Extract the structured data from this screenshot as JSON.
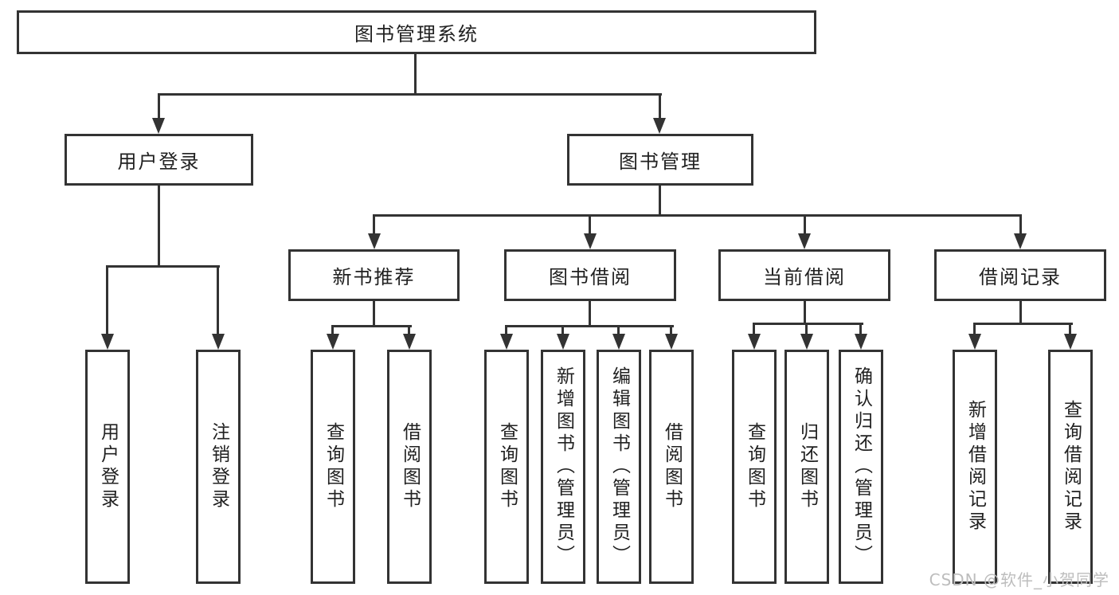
{
  "colors": {
    "line": "#333333",
    "border": "#333333",
    "text": "#212121",
    "watermark": "#bdbdbd",
    "background": "#ffffff"
  },
  "watermark": {
    "text": "CSDN @软件_小贺同学"
  },
  "tree": {
    "label": "图书管理系统",
    "children": [
      {
        "label": "用户登录",
        "children": [
          {
            "label": "用户登录"
          },
          {
            "label": "注销登录"
          }
        ]
      },
      {
        "label": "图书管理",
        "children": [
          {
            "label": "新书推荐",
            "children": [
              {
                "label": "查询图书"
              },
              {
                "label": "借阅图书"
              }
            ]
          },
          {
            "label": "图书借阅",
            "children": [
              {
                "label": "查询图书"
              },
              {
                "label": "新增图书（管理员）"
              },
              {
                "label": "编辑图书（管理员）"
              },
              {
                "label": "借阅图书"
              }
            ]
          },
          {
            "label": "当前借阅",
            "children": [
              {
                "label": "查询图书"
              },
              {
                "label": "归还图书"
              },
              {
                "label": "确认归还（管理员）"
              }
            ]
          },
          {
            "label": "借阅记录",
            "children": [
              {
                "label": "新增借阅记录"
              },
              {
                "label": "查询借阅记录"
              }
            ]
          }
        ]
      }
    ]
  }
}
